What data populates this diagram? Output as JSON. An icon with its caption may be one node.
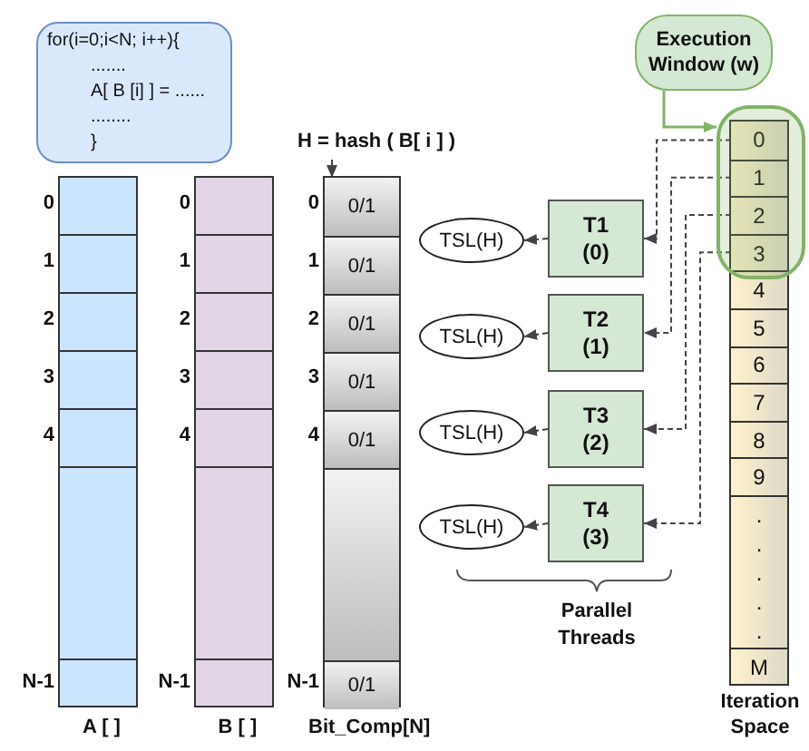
{
  "diagram": {
    "nodes": [
      {
        "text": [
          "for(i=0;i<N; i++){",
          ".......",
          "A[ B [i] ] = ......",
          "........",
          "}"
        ]
      },
      {
        "text": [
          "A [ ]"
        ],
        "beside": [
          "0",
          "1",
          "2",
          "3",
          "4",
          "N-1"
        ]
      },
      {
        "text": [
          "B [ ]"
        ],
        "beside": [
          "0",
          "1",
          "2",
          "3",
          "4",
          "N-1"
        ]
      },
      {
        "text": [
          "Bit_Comp[N]"
        ],
        "beside": [
          "0",
          "1",
          "2",
          "3",
          "4",
          "N-1"
        ]
      },
      {
        "text": [
          "0/1"
        ],
        "in": 3
      },
      {
        "text": [
          "0/1"
        ],
        "in": 3
      },
      {
        "text": [
          "0/1"
        ],
        "in": 3
      },
      {
        "text": [
          "0/1"
        ],
        "in": 3
      },
      {
        "text": [
          "0/1"
        ],
        "in": 3
      },
      {
        "text": [
          "0/1"
        ],
        "in": 3
      },
      {
        "text": [
          "H = hash ( B[ i ] )"
        ]
      },
      {
        "text": [
          "TSL(H)"
        ]
      },
      {
        "text": [
          "TSL(H)"
        ]
      },
      {
        "text": [
          "TSL(H)"
        ]
      },
      {
        "text": [
          "TSL(H)"
        ]
      },
      {
        "text": [
          "T1",
          "(0)"
        ]
      },
      {
        "text": [
          "T2",
          "(1)"
        ]
      },
      {
        "text": [
          "T3",
          "(2)"
        ]
      },
      {
        "text": [
          "T4",
          "(3)"
        ]
      },
      {
        "text": [
          "Iteration Space"
        ]
      },
      {
        "text": [
          "0"
        ]
      },
      {
        "text": [
          "1"
        ]
      },
      {
        "text": [
          "2"
        ]
      },
      {
        "text": [
          "3"
        ]
      },
      {
        "text": [
          "4"
        ],
        "in": 19
      },
      {
        "text": [
          "5"
        ],
        "in": 19
      },
      {
        "text": [
          "6"
        ],
        "in": 19
      },
      {
        "text": [
          "7"
        ],
        "in": 19
      },
      {
        "text": [
          "8"
        ],
        "in": 19
      },
      {
        "text": [
          "9"
        ],
        "in": 19
      },
      {
        "text": [
          ". . . . ."
        ],
        "in": 19
      },
      {
        "text": [
          "M"
        ],
        "in": 19
      },
      {
        "text": [],
        "shape": "box"
      },
      {
        "text": [
          "Execution Window (w)"
        ]
      }
    ],
    "edges": [
      {
        "from": 10,
        "to": 4,
        "arrow": "to"
      },
      {
        "from": 15,
        "to": 11,
        "arrow": "to",
        "style": "dashed"
      },
      {
        "from": 16,
        "to": 12,
        "arrow": "to",
        "style": "dashed"
      },
      {
        "from": 17,
        "to": 13,
        "arrow": "to",
        "style": "dashed"
      },
      {
        "from": 18,
        "to": 14,
        "arrow": "to",
        "style": "dashed"
      },
      {
        "from": 20,
        "to": 15,
        "arrow": "to",
        "style": "dashed"
      },
      {
        "from": 21,
        "to": 16,
        "arrow": "to",
        "style": "dashed"
      },
      {
        "from": 22,
        "to": 17,
        "arrow": "to",
        "style": "dashed"
      },
      {
        "from": 23,
        "to": 18,
        "arrow": "to",
        "style": "dashed"
      },
      {
        "from": 33,
        "to": 32,
        "arrow": "to",
        "color": "#82b366"
      }
    ],
    "labels": [
      "Parallel Threads"
    ]
  }
}
